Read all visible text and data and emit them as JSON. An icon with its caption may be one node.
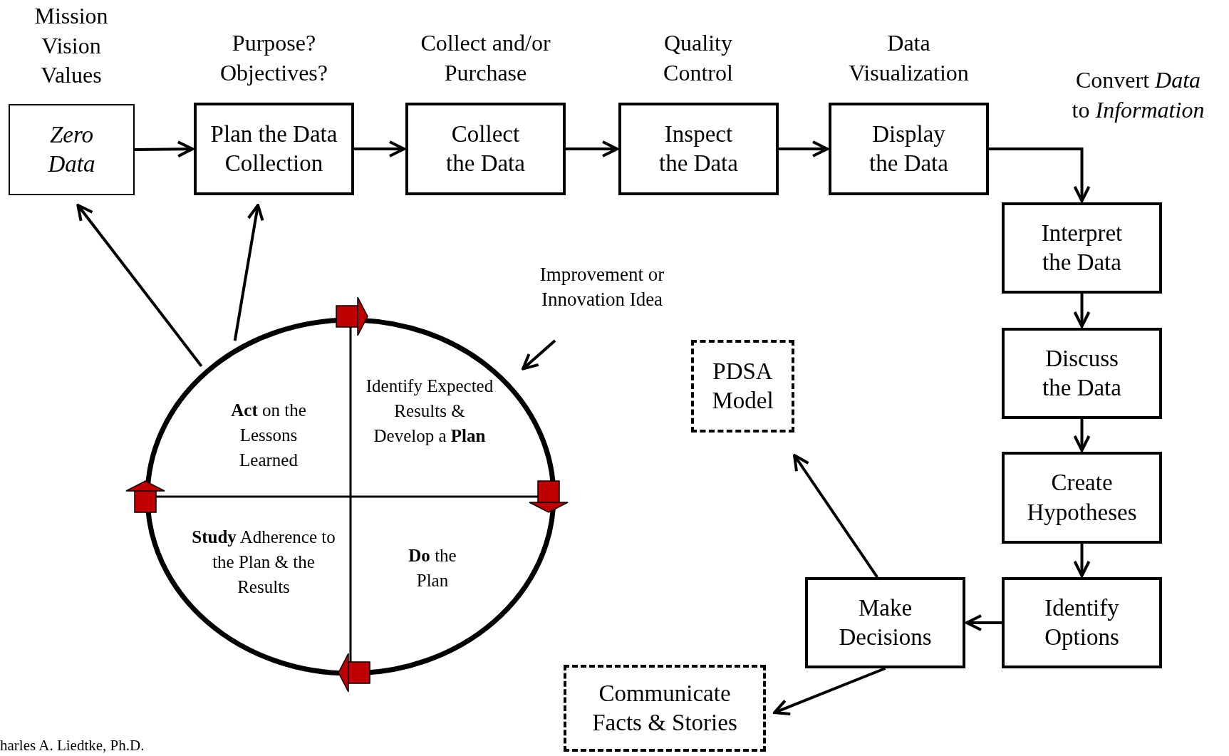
{
  "diagram": {
    "nodes": [
      {
        "text": [
          "Mission Vision Values",
          "Zero Data"
        ]
      },
      {
        "text": [
          "Purpose? Objectives?",
          "Plan the Data Collection"
        ]
      },
      {
        "text": [
          "Collect and/or Purchase",
          "Collect the Data"
        ]
      },
      {
        "text": [
          "Quality Control",
          "Inspect the Data"
        ]
      },
      {
        "text": [
          "Data Visualization",
          "Display the Data"
        ]
      },
      {
        "text": [
          "Convert *Data* to *Information*",
          "Interpret the Data"
        ]
      },
      {
        "text": [
          "Discuss the Data"
        ]
      },
      {
        "text": [
          "Create Hypotheses"
        ]
      },
      {
        "text": [
          "Identify Options"
        ]
      },
      {
        "text": [
          "Make Decisions"
        ]
      },
      {
        "text": [
          "Communicate Facts & Stories"
        ]
      },
      {
        "text": [
          "PDSA Model"
        ]
      },
      {
        "text": [
          "**Act** on the Lessons Learned",
          "Identify Expected Results & Develop a **Plan**",
          "**Study** Adherence to the Plan & the Results",
          "**Do** the Plan"
        ]
      },
      {
        "text": [
          "Improvement or Innovation Idea"
        ]
      }
    ],
    "edges": [
      {
        "from": 0,
        "to": 1,
        "arrow": "to"
      },
      {
        "from": 1,
        "to": 2,
        "arrow": "to"
      },
      {
        "from": 2,
        "to": 3,
        "arrow": "to"
      },
      {
        "from": 3,
        "to": 4,
        "arrow": "to"
      },
      {
        "from": 4,
        "to": 5,
        "arrow": "to"
      },
      {
        "from": 5,
        "to": 6,
        "arrow": "to"
      },
      {
        "from": 6,
        "to": 7,
        "arrow": "to"
      },
      {
        "from": 7,
        "to": 8,
        "arrow": "to"
      },
      {
        "from": 8,
        "to": 9,
        "arrow": "to"
      },
      {
        "from": 9,
        "to": 10,
        "arrow": "to"
      },
      {
        "from": 9,
        "to": 11,
        "arrow": "to"
      },
      {
        "from": 12,
        "to": 0,
        "arrow": "to"
      },
      {
        "from": 12,
        "to": 1,
        "arrow": "to"
      },
      {
        "from": 13,
        "to": 12,
        "arrow": "to"
      }
    ],
    "labels": [
      "harles A. Liedtke, Ph.D."
    ]
  }
}
